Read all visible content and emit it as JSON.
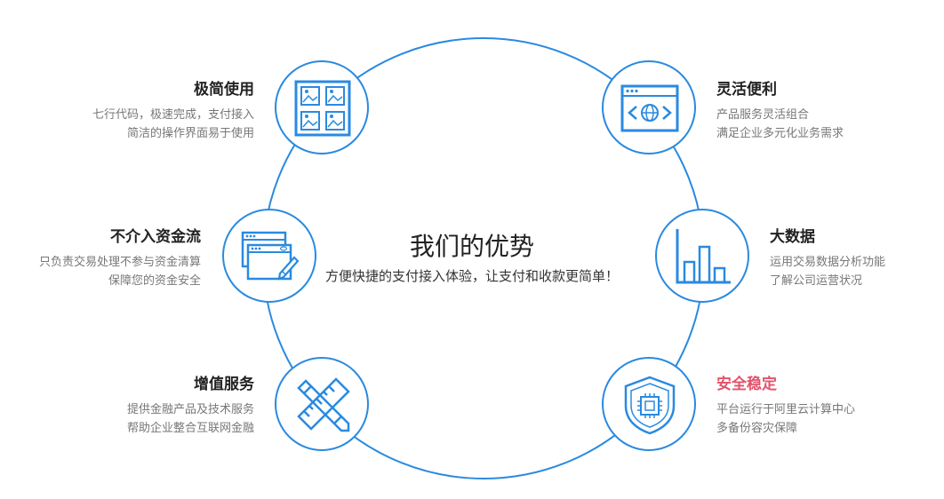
{
  "center": {
    "title": "我们的优势",
    "subtitle": "方便快捷的支付接入体验，让支付和收款更简单！"
  },
  "colors": {
    "accent": "#2a8ae0",
    "highlight_title": "#e2536b",
    "title": "#222222",
    "desc": "#777777"
  },
  "features": {
    "simple": {
      "title": "极简使用",
      "desc1": "七行代码，极速完成，支付接入",
      "desc2": "简洁的操作界面易于使用",
      "icon": "image-grid-icon"
    },
    "flexible": {
      "title": "灵活便利",
      "desc1": "产品服务灵活组合",
      "desc2": "满足企业多元化业务需求",
      "icon": "browser-globe-icon"
    },
    "funds": {
      "title": "不介入资金流",
      "desc1": "只负责交易处理不参与资金清算",
      "desc2": "保障您的资金安全",
      "icon": "window-pencil-icon"
    },
    "bigdata": {
      "title": "大数据",
      "desc1": "运用交易数据分析功能",
      "desc2": "了解公司运营状况",
      "icon": "bar-chart-icon"
    },
    "valueadded": {
      "title": "增值服务",
      "desc1": "提供金融产品及技术服务",
      "desc2": "帮助企业整合互联网金融",
      "icon": "ruler-pencil-icon"
    },
    "security": {
      "title": "安全稳定",
      "desc1": "平台运行于阿里云计算中心",
      "desc2": "多备份容灾保障",
      "icon": "shield-chip-icon"
    }
  }
}
